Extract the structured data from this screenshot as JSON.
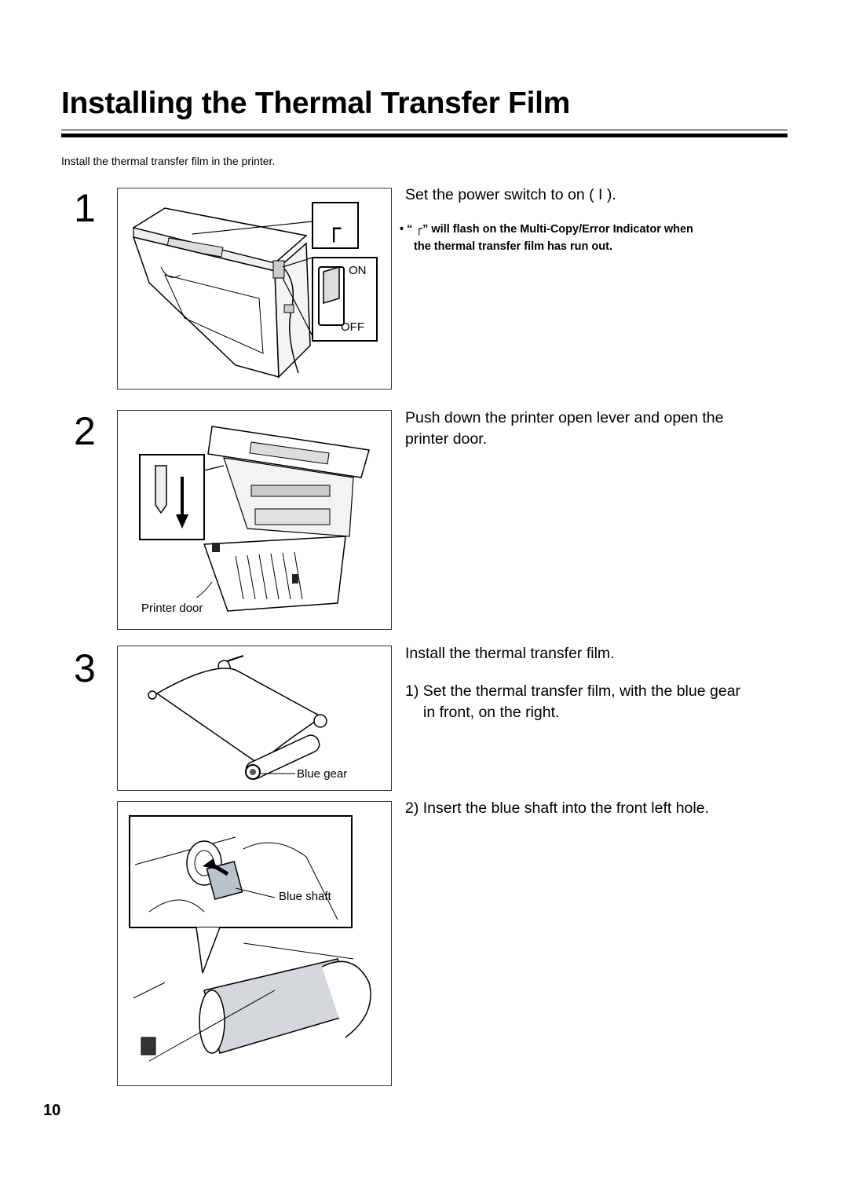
{
  "title": "Installing the Thermal Transfer Film",
  "intro": "Install the thermal transfer film in the printer.",
  "steps": [
    {
      "number": "1",
      "text": "Set the power switch to on ( I ).",
      "note_bullet": "•",
      "note_pre": "“",
      "note_symbol": "┌",
      "note_line1": "” will flash on the Multi-Copy/Error Indicator when",
      "note_line2": "the thermal transfer film has run out.",
      "labels": {
        "on": "ON",
        "off": "OFF",
        "display": "┌"
      }
    },
    {
      "number": "2",
      "text_line1": "Push down the printer open lever and open the",
      "text_line2": "printer door.",
      "labels": {
        "printer_door": "Printer door"
      }
    },
    {
      "number": "3",
      "text": "Install the thermal transfer film.",
      "sub1_line1": "1) Set the thermal transfer film, with the blue gear",
      "sub1_line2": "in front, on the right.",
      "sub2": "2) Insert the blue shaft into the front left hole.",
      "labels": {
        "blue_gear": "Blue gear",
        "blue_shaft": "Blue shaft"
      }
    }
  ],
  "page_number": "10"
}
